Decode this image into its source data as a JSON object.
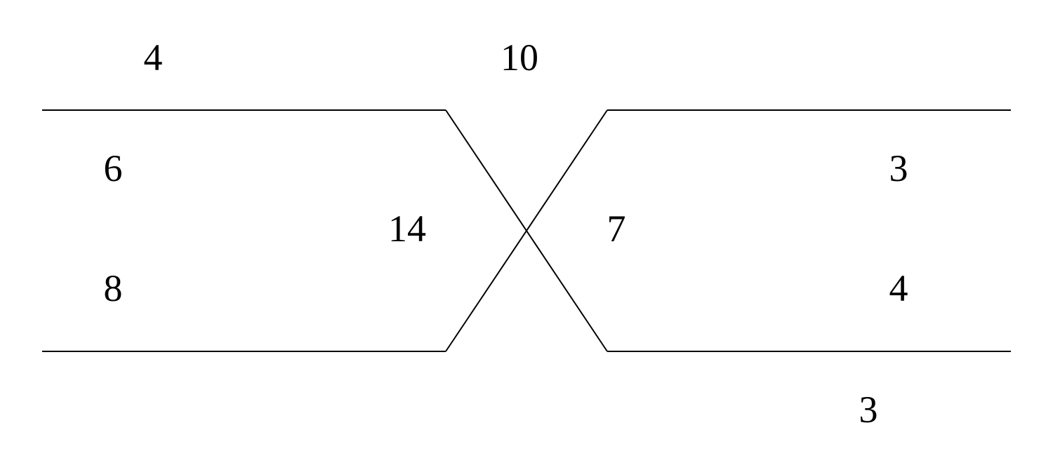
{
  "diagram": {
    "line_color": "#000000",
    "labels": {
      "top_left": "4",
      "top_center": "10",
      "left_upper": "6",
      "left_inner": "14",
      "left_lower": "8",
      "right_inner": "7",
      "right_upper": "3",
      "right_lower": "4",
      "bottom_right": "3"
    }
  }
}
